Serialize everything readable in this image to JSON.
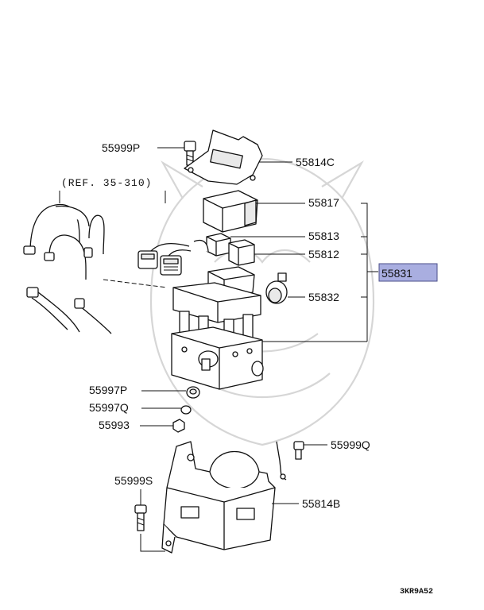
{
  "diagram": {
    "reference_note": "(REF. 35-310)",
    "drawing_code": "3KR9A52",
    "highlight_color": "#a9aee0",
    "callouts": {
      "bolt_top": "55999P",
      "bracket_top": "55814C",
      "cover": "55817",
      "relay_a": "55813",
      "relay_b": "55812",
      "assembly": "55831",
      "sensor": "55832",
      "grommet_large": "55997P",
      "grommet_small": "55997Q",
      "nut": "55993",
      "bolt_right": "55999Q",
      "bolt_left": "55999S",
      "bracket_bottom": "55814B"
    }
  }
}
